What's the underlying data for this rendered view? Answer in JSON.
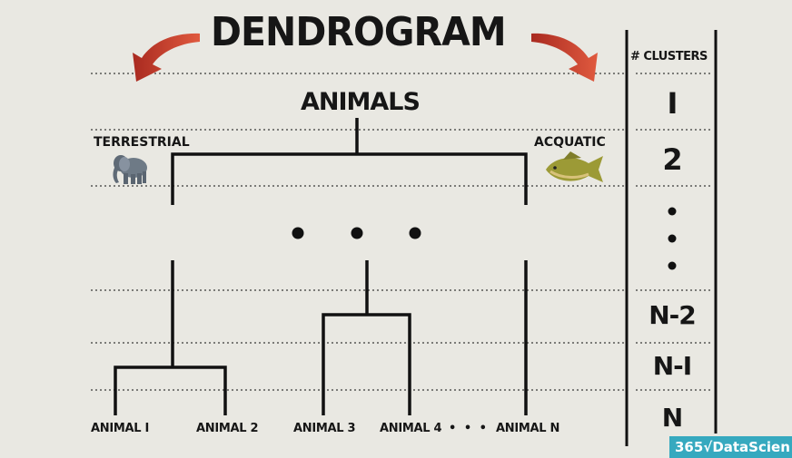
{
  "title": "DENDROGRAM",
  "root_label": "ANIMALS",
  "branches": {
    "left": "TERRESTRIAL",
    "right": "ACQUATIC"
  },
  "ellipsis_middle": "• • •",
  "leaves": [
    "ANIMAL I",
    "ANIMAL 2",
    "ANIMAL 3",
    "ANIMAL 4",
    "• • •",
    "ANIMAL N"
  ],
  "clusters_header": "# CLUSTERS",
  "cluster_levels": [
    "I",
    "2",
    "N-2",
    "N-I",
    "N"
  ],
  "brand": "365√DataScien",
  "icons": [
    "arrow-left-icon",
    "arrow-right-icon",
    "elephant-icon",
    "fish-icon"
  ],
  "colors": {
    "background": "#e9e8e2",
    "ink": "#161616",
    "arrow": "#c8392b",
    "brand": "#36a9bf"
  }
}
